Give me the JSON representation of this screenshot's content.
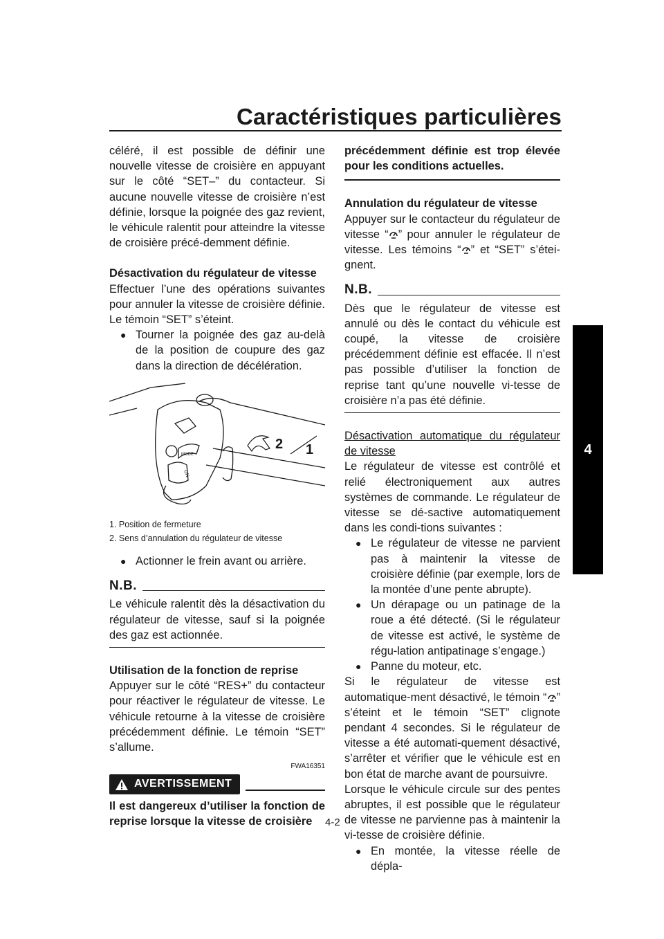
{
  "header": {
    "title": "Caractéristiques particulières"
  },
  "chapter_tab": "4",
  "page_number": "4-2",
  "left": {
    "p1": "céléré, il est possible de définir une nouvelle vitesse de croisière en appuyant sur le côté “SET–” du contacteur. Si aucune nouvelle vitesse de croisière n’est définie, lorsque la poignée des gaz revient, le véhicule ralentit pour atteindre la vitesse de croisière précé-demment définie.",
    "h_deactivation": "Désactivation du régulateur de vitesse",
    "p_deactivation": "Effectuer l’une des opérations suivantes pour annuler la vitesse de croisière définie. Le témoin “SET” s’éteint.",
    "bullet1": "Tourner la poignée des gaz au-delà de la position de coupure des gaz dans la direction de décélération.",
    "figure": {
      "label1": "1",
      "label2": "2",
      "mode": "MODE",
      "on": "ON"
    },
    "caption1": "1. Position de fermeture",
    "caption2": "2. Sens d’annulation du régulateur de vitesse",
    "bullet2": "Actionner le frein avant ou arrière.",
    "nb_label": "N.B.",
    "nb_text": "Le véhicule ralentit dès la désactivation du régulateur de vitesse, sauf si la poignée des gaz est actionnée.",
    "h_resume": "Utilisation de la fonction de reprise",
    "p_resume": "Appuyer sur le côté “RES+” du contacteur pour réactiver le régulateur de vitesse. Le véhicule retourne à la vitesse de croisière précédemment définie. Le témoin “SET” s’allume.",
    "warn_code": "FWA16351",
    "warn_label": "AVERTISSEMENT",
    "warn_text": "Il est dangereux d’utiliser la fonction de reprise lorsque la vitesse de croisière"
  },
  "right": {
    "warn_text_cont": "précédemment définie est trop élevée pour les conditions actuelles.",
    "h_cancel": "Annulation du régulateur de vitesse",
    "p_cancel_a": "Appuyer sur le contacteur du régulateur de vitesse “",
    "p_cancel_b": "” pour annuler le régulateur de vitesse. Les témoins “",
    "p_cancel_c": "” et “SET” s’étei-gnent.",
    "nb_label": "N.B.",
    "nb_text": "Dès que le régulateur de vitesse est annulé ou dès le contact du véhicule est coupé, la vitesse de croisière précédemment définie est effacée. Il n’est pas possible d’utiliser la fonction de reprise tant qu’une nouvelle vi-tesse de croisière n’a pas été définie.",
    "h_auto": "Désactivation automatique du régulateur de vitesse",
    "p_auto": "Le régulateur de vitesse est contrôlé et relié électroniquement aux autres systèmes de commande. Le régulateur de vitesse se dé-sactive automatiquement dans les condi-tions suivantes :",
    "bullet1": "Le régulateur de vitesse ne parvient pas à maintenir la vitesse de croisière définie (par exemple, lors de la montée d’une pente abrupte).",
    "bullet2": "Un dérapage ou un patinage de la roue a été détecté. (Si le régulateur de vitesse est activé, le système de régu-lation antipatinage s’engage.)",
    "bullet3": "Panne du moteur, etc.",
    "p_auto2_a": "Si le régulateur de vitesse est automatique-ment désactivé, le témoin “",
    "p_auto2_b": "” s’éteint et le témoin “SET” clignote pendant 4 secondes. Si le régulateur de vitesse a été automati-quement désactivé, s’arrêter et vérifier que le véhicule est en bon état de marche avant de poursuivre.",
    "p_slope": "Lorsque le véhicule circule sur des pentes abruptes, il est possible que le régulateur de vitesse ne parvienne pas à maintenir la vi-tesse de croisière définie.",
    "bullet4": "En montée, la vitesse réelle de dépla-"
  }
}
